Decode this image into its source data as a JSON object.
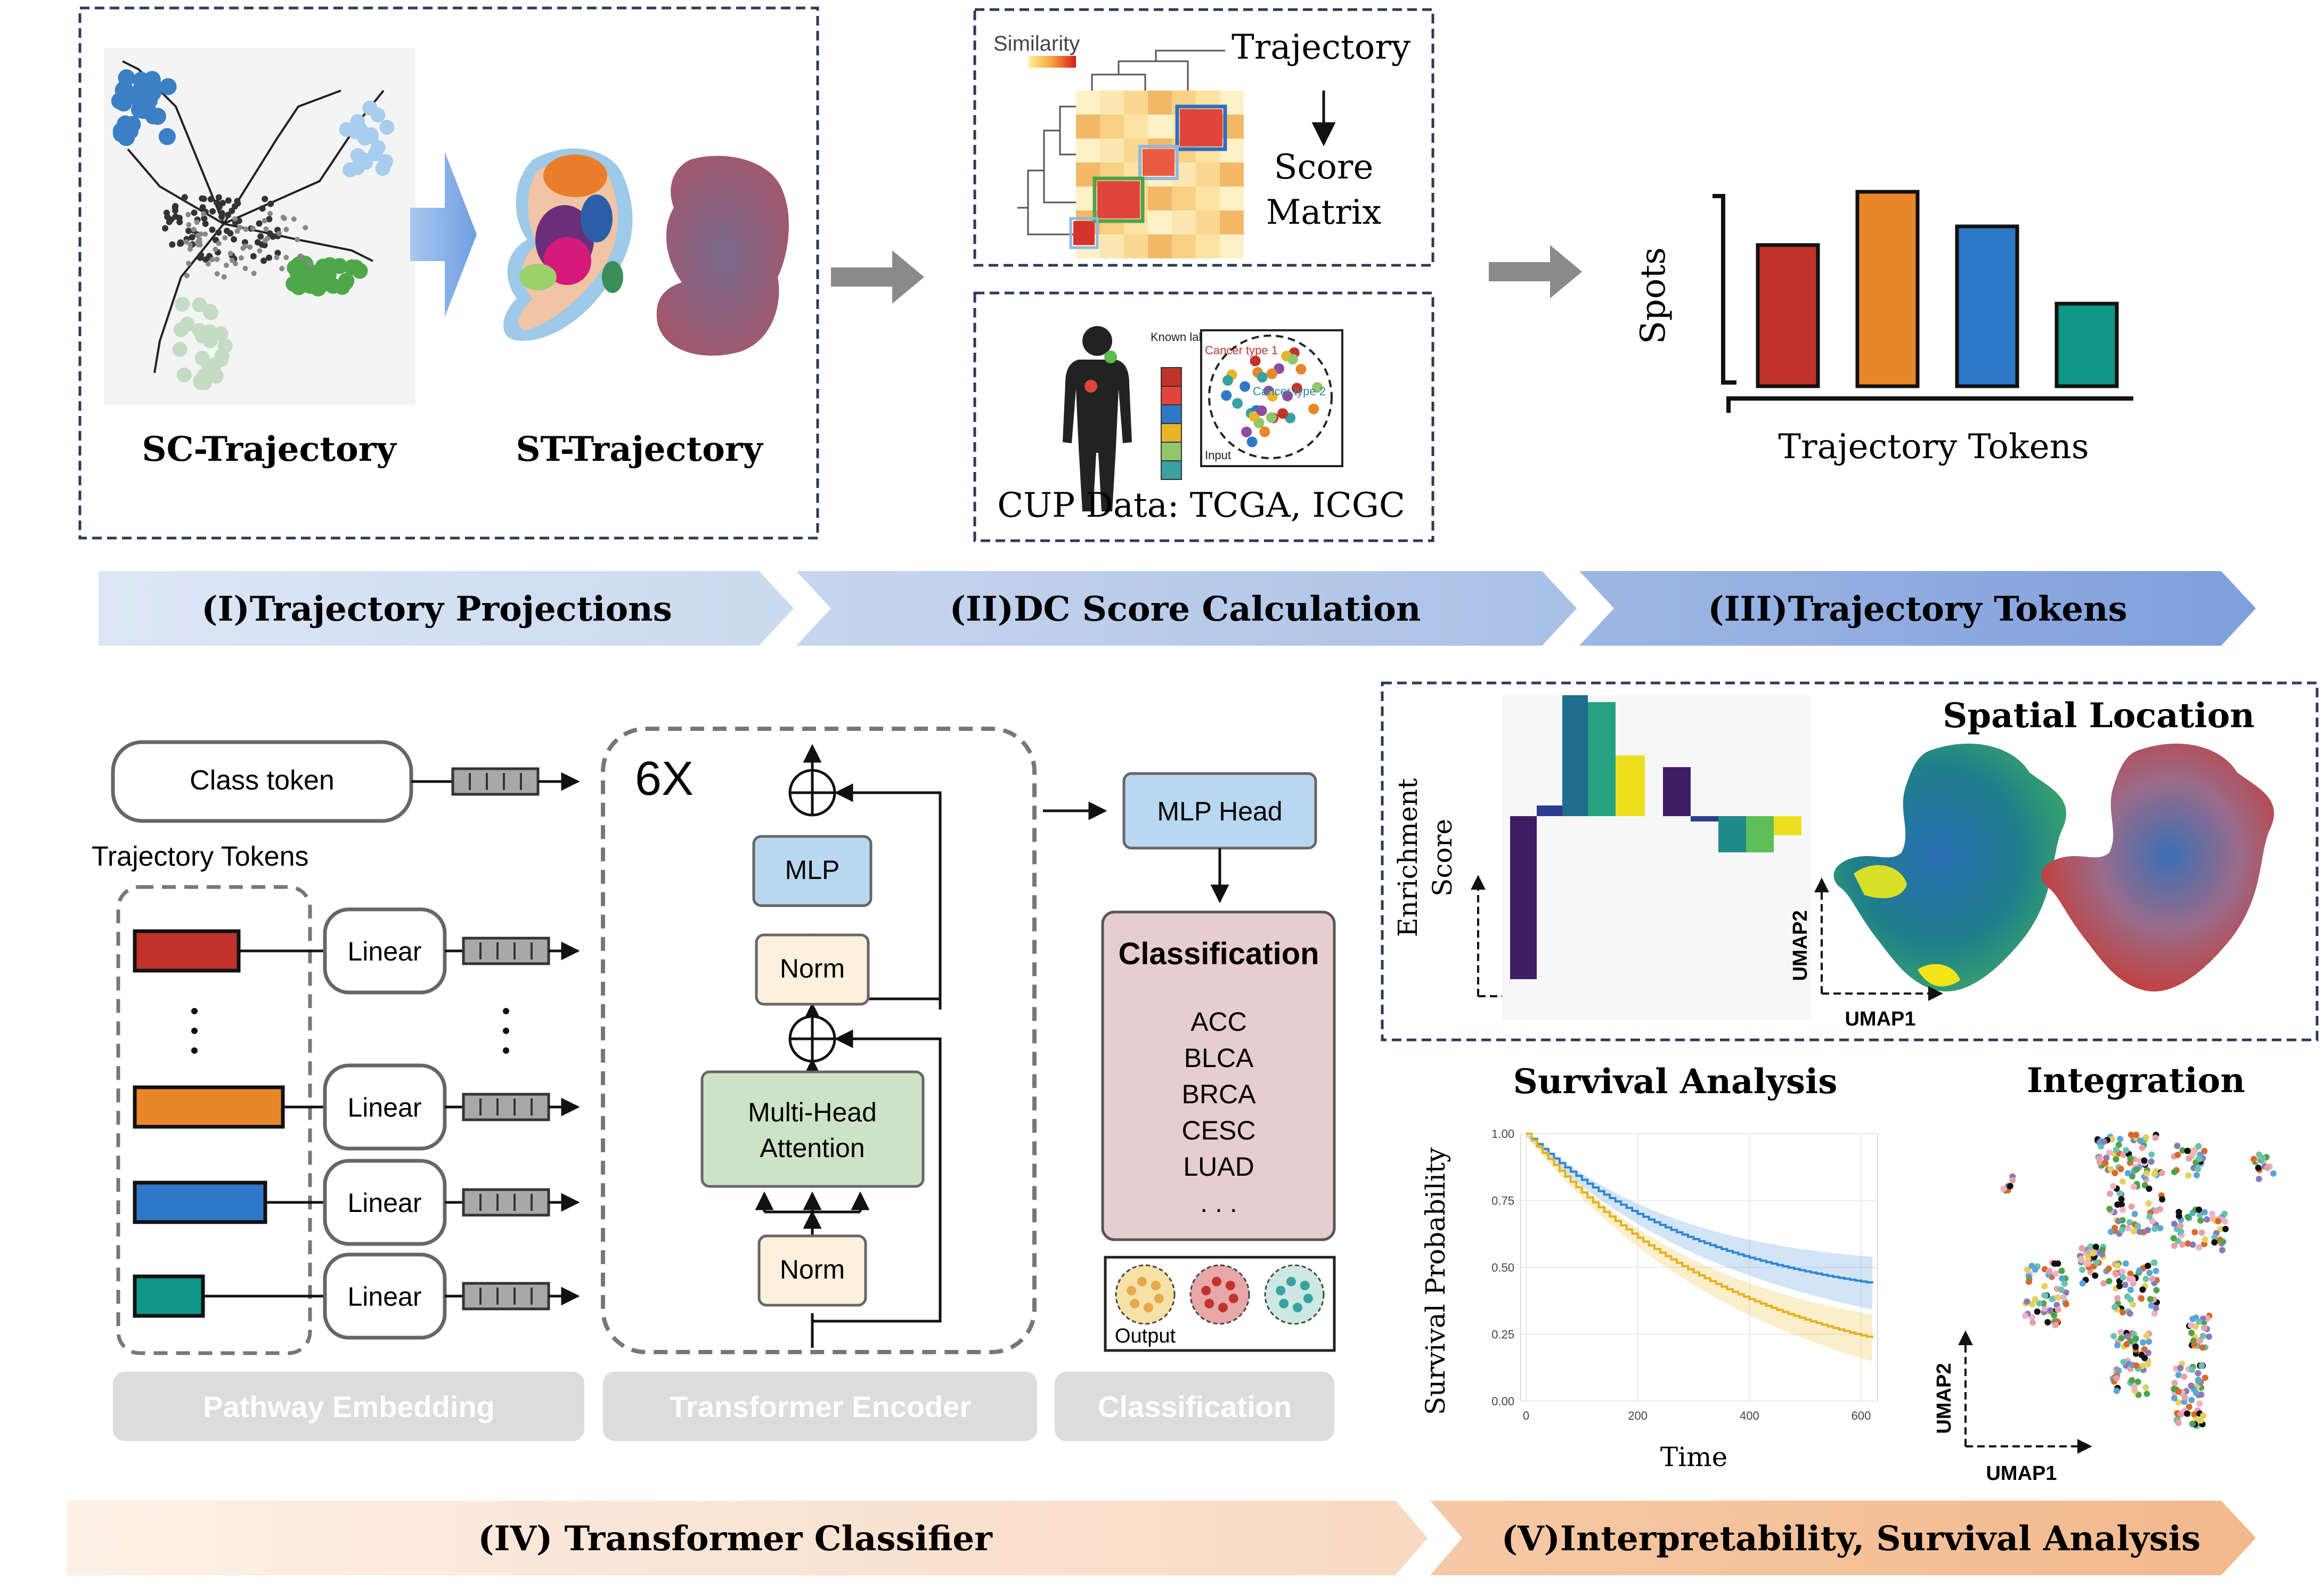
{
  "panel1": {
    "sc_label": "SC-Trajectory",
    "st_label": "ST-Trajectory"
  },
  "panel2": {
    "similarity_label": "Similarity",
    "trajectory_label": "Trajectory",
    "score_label": "Score",
    "matrix_label": "Matrix",
    "known_labels": "Known labels",
    "cancer_type_1": "Cancer type 1",
    "cancer_type_2": "Cancer type 2",
    "input_label": "Input",
    "cup_label": "CUP Data: TCGA, ICGC"
  },
  "panel3": {
    "ylabel": "Spots",
    "xlabel": "Trajectory Tokens",
    "bar_colors": [
      "#c0332b",
      "#e8872a",
      "#2f78c8",
      "#109688"
    ]
  },
  "banners": {
    "stage1": "(I)Trajectory Projections",
    "stage2": "(II)DC Score Calculation",
    "stage3": "(III)Trajectory Tokens",
    "stage4": "(IV) Transformer Classifier",
    "stage5": "(V)Interpretability, Survival Analysis"
  },
  "embedding": {
    "class_token": "Class token",
    "trajectory_tokens": "Trajectory Tokens",
    "linear": "Linear",
    "token_colors": [
      "#c0332b",
      "#e8872a",
      "#2f78c8",
      "#109688"
    ],
    "footer": "Pathway Embedding"
  },
  "encoder": {
    "repeat": "6X",
    "mlp": "MLP",
    "norm": "Norm",
    "attention_line1": "Multi-Head",
    "attention_line2": "Attention",
    "footer": "Transformer Encoder"
  },
  "classifier": {
    "mlp_head": "MLP Head",
    "title": "Classification",
    "classes": [
      "ACC",
      "BLCA",
      "BRCA",
      "CESC",
      "LUAD",
      ". . ."
    ],
    "output": "Output",
    "footer": "Classification"
  },
  "spatial": {
    "title": "Spatial Location",
    "ylabel_line1": "Enrichment",
    "ylabel_line2": "Score",
    "umap1": "UMAP1",
    "umap2": "UMAP2"
  },
  "survival": {
    "title": "Survival Analysis",
    "ylabel": "Survival Probability",
    "xlabel": "Time",
    "yticks": [
      "1.00",
      "0.75",
      "0.50",
      "0.25",
      "0.00"
    ],
    "xticks": [
      "0",
      "200",
      "400",
      "600"
    ]
  },
  "integration": {
    "title": "Integration",
    "umap1": "UMAP1",
    "umap2": "UMAP2"
  }
}
